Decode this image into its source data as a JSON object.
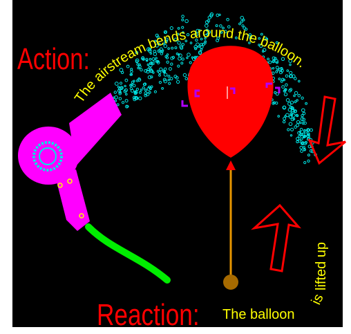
{
  "action_label": "Action:",
  "reaction_label": "Reaction:",
  "airstream_caption": "The airstream bends around the balloon.",
  "reaction_caption_main": "The balloon",
  "reaction_caption_is": "is",
  "reaction_caption_lifted": "lifted up",
  "colors": {
    "background": "#000000",
    "frame": "#ffffff",
    "label_red": "#ff0000",
    "caption_yellow": "#ffff00",
    "dryer_magenta": "#ff00ff",
    "cord_green": "#00ee00",
    "air_dots_cyan": "#00e6e6",
    "balloon_red": "#ff0000",
    "string_orange": "#e69500",
    "weight_brown": "#a66a00",
    "force_bracket_purple": "#b000ff",
    "arrow_outline_red": "#ff0000"
  },
  "icons": {
    "hair_dryer": "hair-dryer-icon",
    "balloon": "balloon-icon",
    "down_arrow": "arrow-down-icon",
    "up_arrow": "arrow-up-icon"
  }
}
